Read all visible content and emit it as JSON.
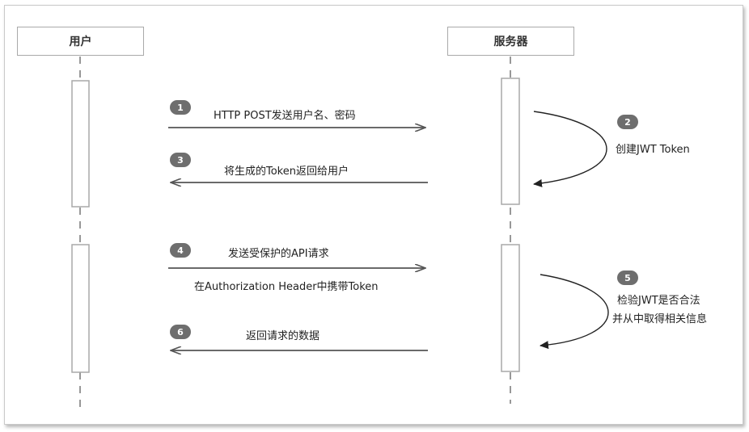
{
  "actors": {
    "user": "用户",
    "server": "服务器"
  },
  "steps": [
    {
      "num": "1",
      "lines": [
        "HTTP POST发送用户名、密码"
      ]
    },
    {
      "num": "2",
      "lines": [
        "创建JWT Token"
      ]
    },
    {
      "num": "3",
      "lines": [
        "将生成的Token返回给用户"
      ]
    },
    {
      "num": "4",
      "lines": [
        "发送受保护的API请求",
        "在Authorization Header中携带Token"
      ]
    },
    {
      "num": "5",
      "lines": [
        "检验JWT是否合法",
        "并从中取得相关信息"
      ]
    },
    {
      "num": "6",
      "lines": [
        "返回请求的数据"
      ]
    }
  ]
}
